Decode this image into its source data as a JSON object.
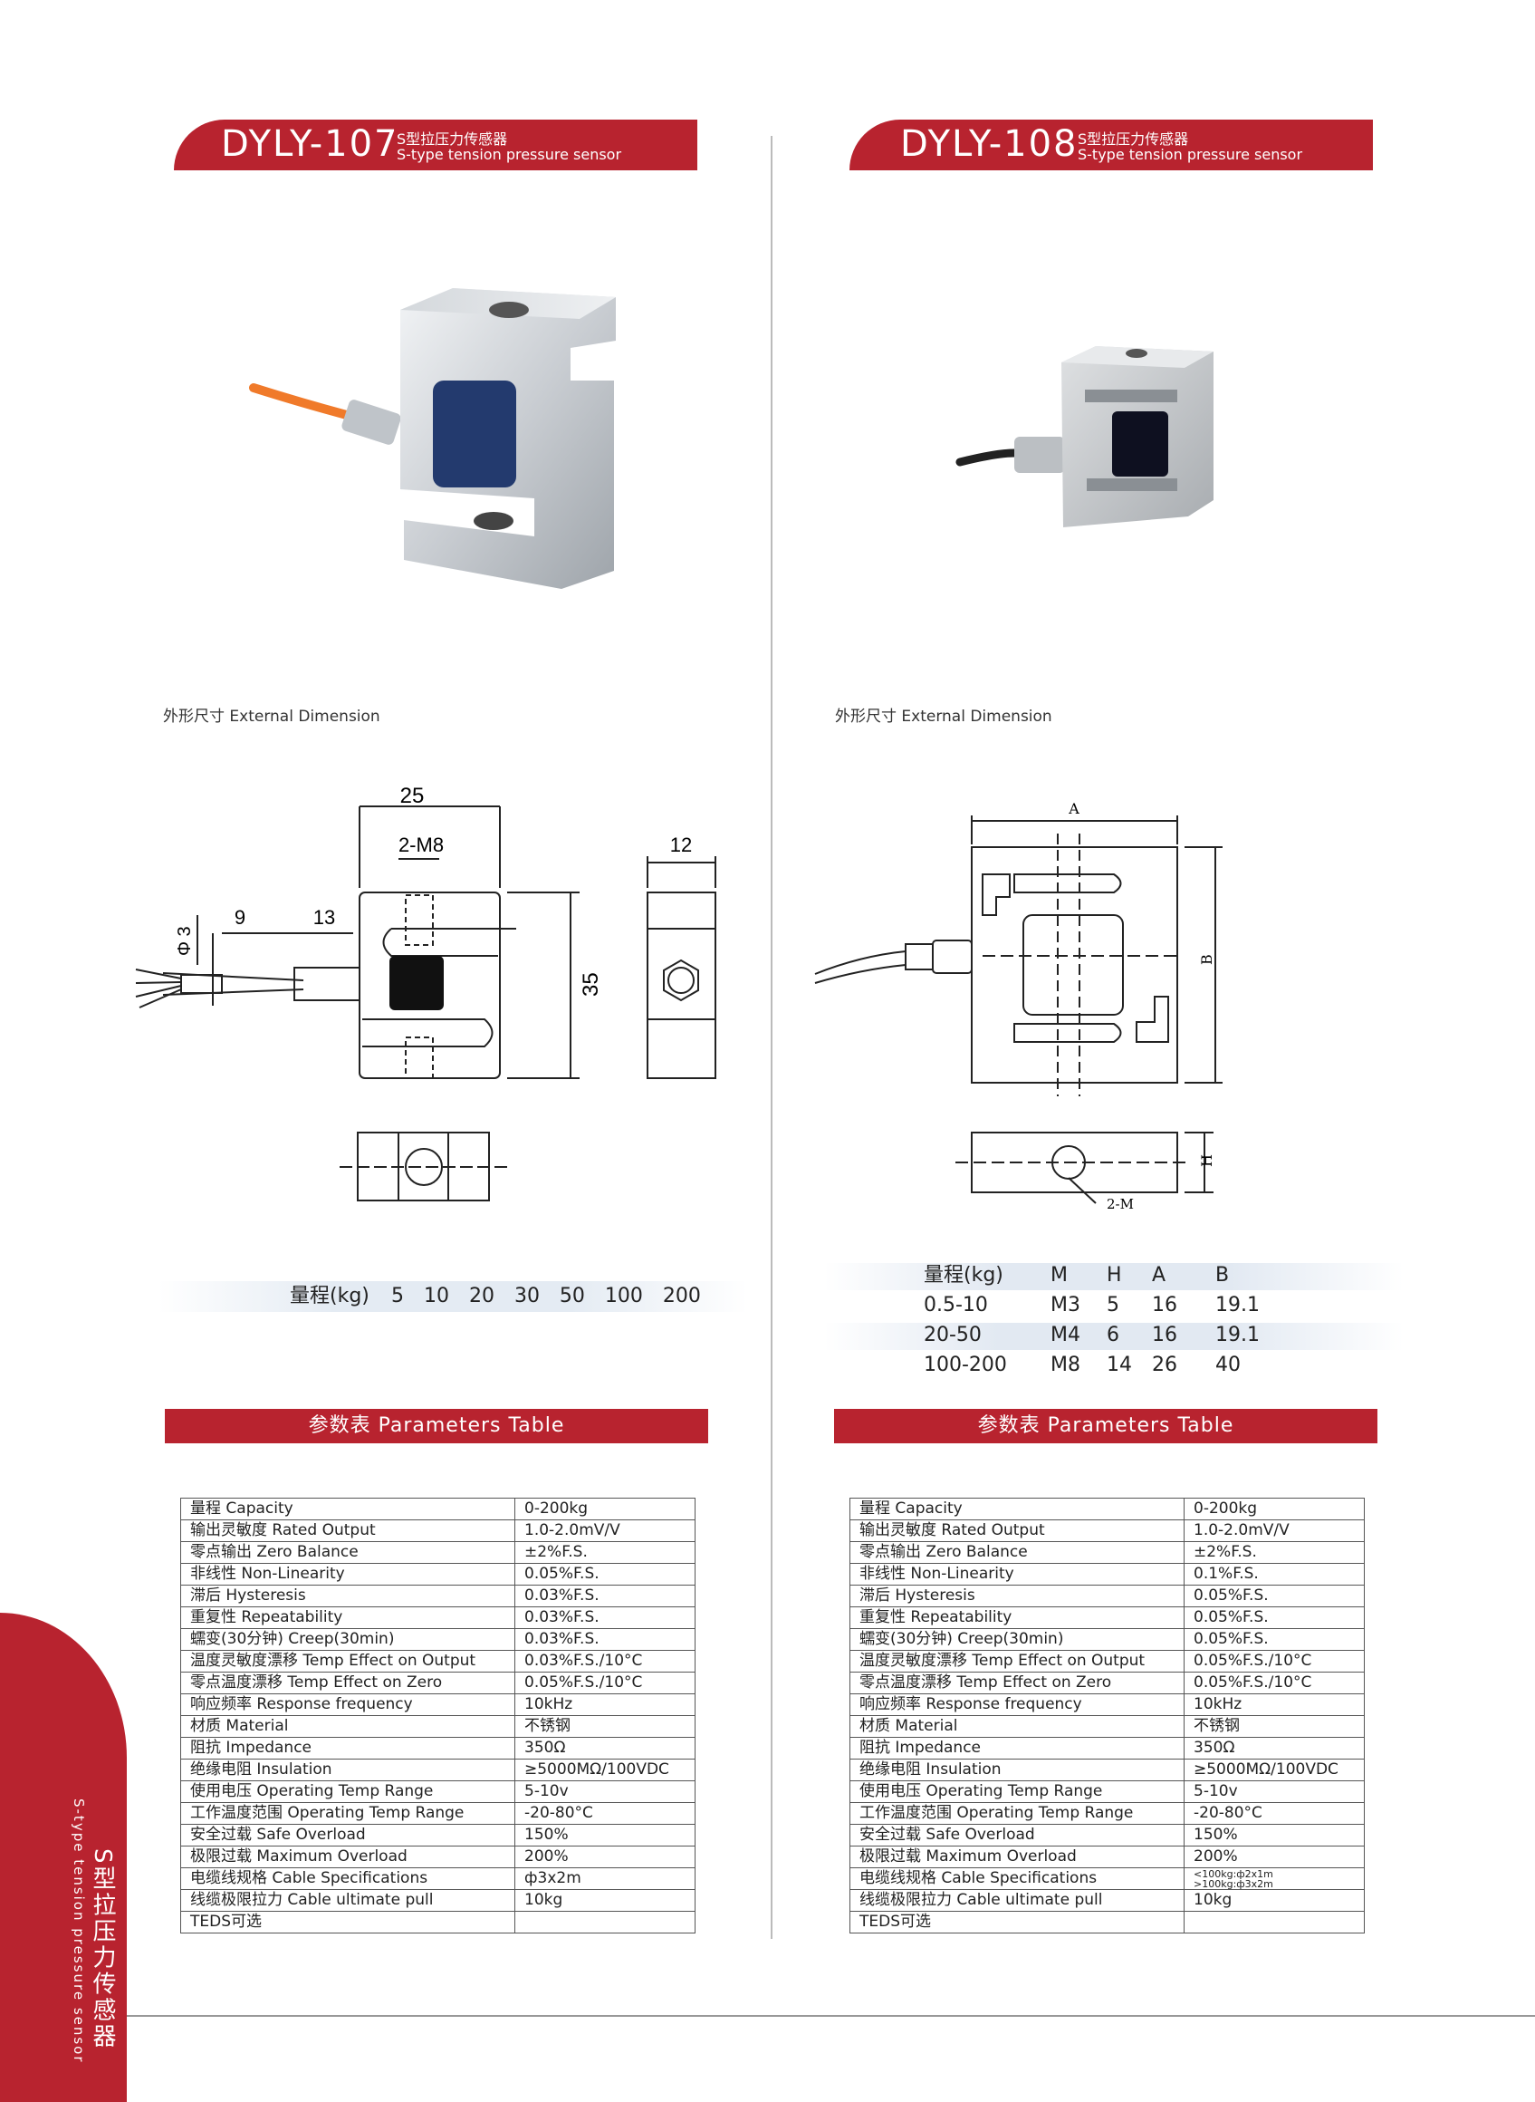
{
  "left": {
    "model": "DYLY-107",
    "title_cn": "S型拉压力传感器",
    "title_en": "S-type tension pressure sensor",
    "dimension_label": "外形尺寸 External Dimension",
    "drawing": {
      "width": "25",
      "thread": "2-M8",
      "thickness": "12",
      "phi": "Φ 3",
      "cable_a": "9",
      "cable_b": "13",
      "height": "35"
    },
    "capacity_label": "量程(kg)",
    "capacity_values": "5  10  20  30  50  100  200",
    "params_header": "参数表  Parameters Table",
    "params": [
      [
        "量程 Capacity",
        "0-200kg"
      ],
      [
        "输出灵敏度 Rated Output",
        "1.0-2.0mV/V"
      ],
      [
        "零点输出 Zero Balance",
        "±2%F.S."
      ],
      [
        "非线性 Non-Linearity",
        "0.05%F.S."
      ],
      [
        "滞后 Hysteresis",
        "0.03%F.S."
      ],
      [
        "重复性 Repeatability",
        "0.03%F.S."
      ],
      [
        "蠕变(30分钟) Creep(30min)",
        "0.03%F.S."
      ],
      [
        "温度灵敏度漂移 Temp Effect on Output",
        "0.03%F.S./10°C"
      ],
      [
        "零点温度漂移 Temp Effect on Zero",
        "0.05%F.S./10°C"
      ],
      [
        "响应频率 Response frequency",
        "10kHz"
      ],
      [
        "材质 Material",
        "不锈钢"
      ],
      [
        "阻抗 Impedance",
        "350Ω"
      ],
      [
        "绝缘电阻 Insulation",
        "≥5000MΩ/100VDC"
      ],
      [
        "使用电压 Operating Temp Range",
        "5-10v"
      ],
      [
        "工作温度范围 Operating Temp Range",
        "-20-80°C"
      ],
      [
        "安全过载 Safe Overload",
        "150%"
      ],
      [
        "极限过载 Maximum Overload",
        "200%"
      ],
      [
        "电缆线规格 Cable Specifications",
        "ф3x2m"
      ],
      [
        "线缆极限拉力 Cable ultimate pull",
        "10kg"
      ],
      [
        "TEDS可选",
        ""
      ]
    ]
  },
  "right": {
    "model": "DYLY-108",
    "title_cn": "S型拉压力传感器",
    "title_en": "S-type tension pressure sensor",
    "dimension_label": "外形尺寸 External Dimension",
    "drawing": {
      "a": "A",
      "b": "B",
      "h": "H",
      "thread": "2-M"
    },
    "size_table": {
      "headers": [
        "量程(kg)",
        "M",
        "H",
        "A",
        "B"
      ],
      "rows": [
        [
          "0.5-10",
          "M3",
          "5",
          "16",
          "19.1"
        ],
        [
          "20-50",
          "M4",
          "6",
          "16",
          "19.1"
        ],
        [
          "100-200",
          "M8",
          "14",
          "26",
          "40"
        ]
      ]
    },
    "params_header": "参数表  Parameters Table",
    "params": [
      [
        "量程 Capacity",
        "0-200kg"
      ],
      [
        "输出灵敏度 Rated Output",
        "1.0-2.0mV/V"
      ],
      [
        "零点输出 Zero Balance",
        "±2%F.S."
      ],
      [
        "非线性 Non-Linearity",
        "0.1%F.S."
      ],
      [
        "滞后 Hysteresis",
        "0.05%F.S."
      ],
      [
        "重复性 Repeatability",
        "0.05%F.S."
      ],
      [
        "蠕变(30分钟) Creep(30min)",
        "0.05%F.S."
      ],
      [
        "温度灵敏度漂移 Temp Effect on Output",
        "0.05%F.S./10°C"
      ],
      [
        "零点温度漂移 Temp Effect on Zero",
        "0.05%F.S./10°C"
      ],
      [
        "响应频率 Response frequency",
        "10kHz"
      ],
      [
        "材质 Material",
        "不锈钢"
      ],
      [
        "阻抗 Impedance",
        "350Ω"
      ],
      [
        "绝缘电阻 Insulation",
        "≥5000MΩ/100VDC"
      ],
      [
        "使用电压 Operating Temp Range",
        "5-10v"
      ],
      [
        "工作温度范围 Operating Temp Range",
        "-20-80°C"
      ],
      [
        "安全过载 Safe Overload",
        "150%"
      ],
      [
        "极限过载 Maximum Overload",
        "200%"
      ],
      [
        "电缆线规格 Cable Specifications",
        ""
      ],
      [
        "线缆极限拉力 Cable ultimate pull",
        "10kg"
      ],
      [
        "TEDS可选",
        ""
      ]
    ],
    "cable_spec_line1": "<100kg:ф2x1m",
    "cable_spec_line2": ">100kg:ф3x2m"
  },
  "side": {
    "cn": "S型拉压力传感器",
    "en": "S-type tension pressure sensor"
  },
  "colors": {
    "accent": "#b8232f"
  }
}
